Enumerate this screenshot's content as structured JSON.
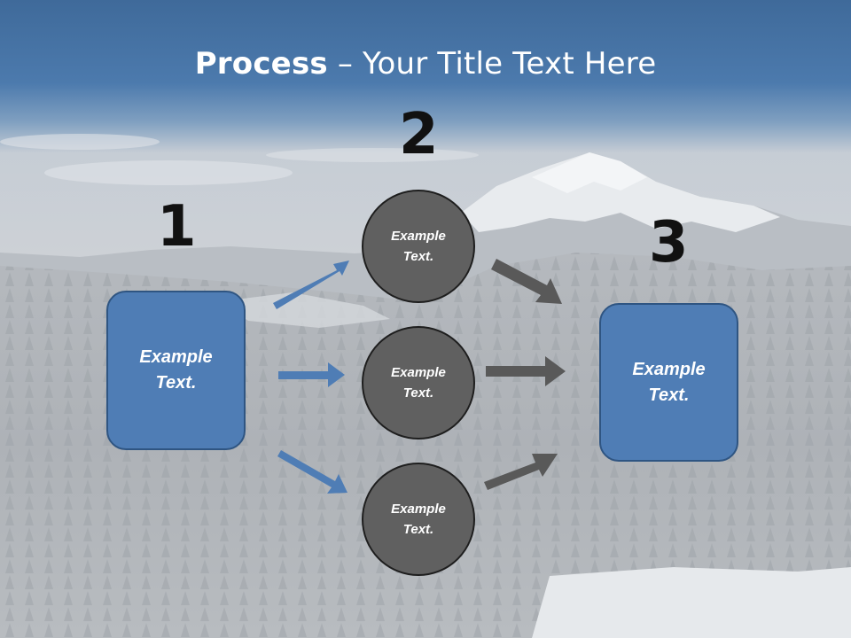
{
  "title": {
    "bold": "Process",
    "rest": " – Your Title Text Here"
  },
  "steps": [
    "1",
    "2",
    "3"
  ],
  "left_box": {
    "text": "Example\nText."
  },
  "circles": [
    {
      "text": "Example\nText."
    },
    {
      "text": "Example\nText."
    },
    {
      "text": "Example\nText."
    }
  ],
  "right_box": {
    "text": "Example\nText."
  },
  "colors": {
    "box_fill": "#4f7db5",
    "circle_fill": "#606060",
    "arrow_blue": "#4f7db5",
    "arrow_gray": "#595959",
    "header_blue": "#4a77a8"
  }
}
